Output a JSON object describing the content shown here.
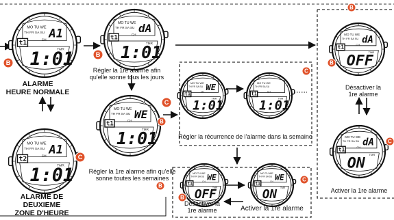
{
  "captions": {
    "normal_alarm": "ALARME\nHEURE NORMALE",
    "second_zone_alarm": "ALARME DE DEUXIEME\nZONE D'HEURE",
    "set_daily": "Régler la 1re alarme afin\nqu'elle sonne tous les jours",
    "set_weekly": "Régler la 1re alarme afin qu'elle\nsonne toutes les semaines",
    "set_recurrence": "Régler la récurrence de l'alarme dans la semaine",
    "deactivate_right": "Désactiver la\n1re alarme",
    "activate_right": "Activer la 1re alarme",
    "deactivate_bottom": "Désactiver la\n1re alarme",
    "activate_bottom": "Activer la 1re alarme"
  },
  "buttons": {
    "b": "B",
    "c": "C"
  },
  "watch": {
    "days_top": "MO TU WE",
    "days_bottom": "TH FR SA SU",
    "ch": "CH",
    "tmr": "TMR",
    "alarm_main": "1:01"
  },
  "faces": [
    {
      "id": "normal",
      "top": "A1",
      "tag": "t1",
      "main": "1:01"
    },
    {
      "id": "daily",
      "top": "dA",
      "tag": "t1",
      "main": "1:01"
    },
    {
      "id": "weekly",
      "top": "WE",
      "tag": "t1",
      "main": "1:01"
    },
    {
      "id": "zone2",
      "top": "A1",
      "tag": "t2",
      "main": "1:01"
    },
    {
      "id": "rec1",
      "top": "WE",
      "tag": "t1",
      "main": "1:01"
    },
    {
      "id": "rec2",
      "top": "",
      "tag": "t1",
      "main": "1:01"
    },
    {
      "id": "right_off",
      "top": "dA",
      "tag": "t1",
      "main": "OFF"
    },
    {
      "id": "right_on",
      "top": "dA",
      "tag": "t1",
      "main": "ON"
    },
    {
      "id": "bottom_off",
      "top": "WE",
      "tag": "t1",
      "main": "OFF"
    },
    {
      "id": "bottom_on",
      "top": "WE",
      "tag": "t1",
      "main": "ON"
    }
  ],
  "colors": {
    "button_badge": "#e0522a",
    "outline": "#111111",
    "dashed_border": "#333333"
  }
}
